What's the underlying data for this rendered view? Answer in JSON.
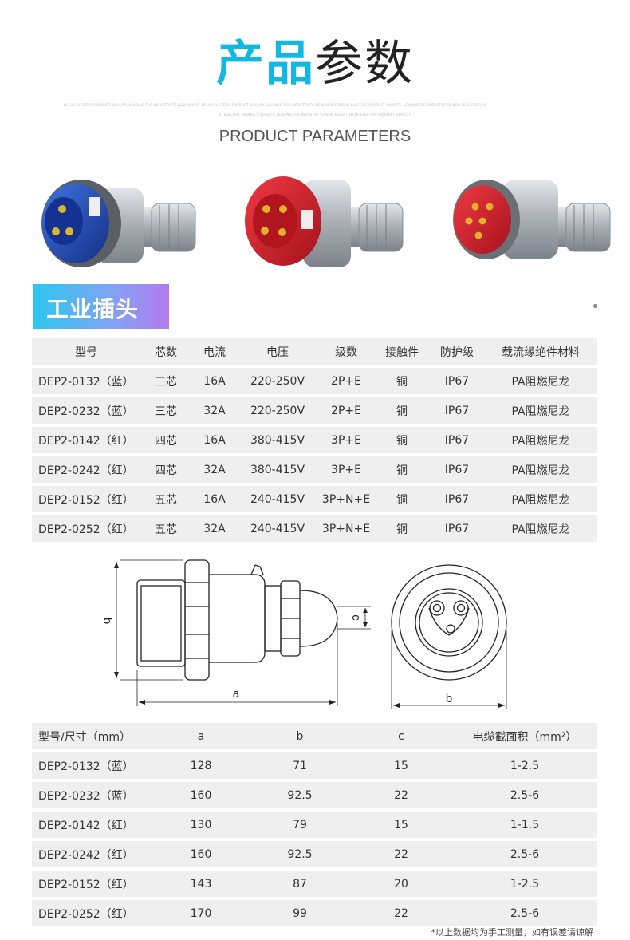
{
  "header": {
    "title_main": "产品",
    "title_rest": "参数",
    "tiny_line1": "DELIXI ELECTRIC PRODUCT QUALITY, LEADING THE INDUSTRY TO NEW HEIGHT DELIXI ELECTRIC PRODUCT QUALITY, LEADING THE INDUSTRY TO NEW HEIGHTDELIXI ELECTRIC PRODUCT QUALITY, LEADING THE INDUSTRY TO NEW HEIGHTDELIXI",
    "tiny_line2": "XI ELECTRIC PRODUCT QUALITY, LEADING THE INDUSTRY TO NEW HEIGHTDELIXI ELECTRIC PRODUCT QUALITY",
    "subtitle": "PRODUCT PARAMETERS"
  },
  "colors": {
    "accent": "#12b8e3",
    "plug_blue": "#1f49b8",
    "plug_red": "#d81f2b",
    "row_bg": "#efefef"
  },
  "section_title": "工业插头",
  "spec_table": {
    "headers": [
      "型号",
      "芯数",
      "电流",
      "电压",
      "级数",
      "接触件",
      "防护级",
      "载流缘绝件材料"
    ],
    "rows": [
      [
        "DEP2-0132（蓝）",
        "三芯",
        "16A",
        "220-250V",
        "2P+E",
        "铜",
        "IP67",
        "PA阻燃尼龙"
      ],
      [
        "DEP2-0232（蓝）",
        "三芯",
        "32A",
        "220-250V",
        "2P+E",
        "铜",
        "IP67",
        "PA阻燃尼龙"
      ],
      [
        "DEP2-0142（红）",
        "四芯",
        "16A",
        "380-415V",
        "3P+E",
        "铜",
        "IP67",
        "PA阻燃尼龙"
      ],
      [
        "DEP2-0242（红）",
        "四芯",
        "32A",
        "380-415V",
        "3P+E",
        "铜",
        "IP67",
        "PA阻燃尼龙"
      ],
      [
        "DEP2-0152（红）",
        "五芯",
        "16A",
        "240-415V",
        "3P+N+E",
        "铜",
        "IP67",
        "PA阻燃尼龙"
      ],
      [
        "DEP2-0252（红）",
        "五芯",
        "32A",
        "240-415V",
        "3P+N+E",
        "铜",
        "IP67",
        "PA阻燃尼龙"
      ]
    ]
  },
  "drawing": {
    "label_a": "a",
    "label_b_side": "b",
    "label_c": "c",
    "label_b_front": "b"
  },
  "dim_table": {
    "headers": [
      "型号/尺寸（mm）",
      "a",
      "b",
      "c",
      "电缆截面积（mm²）"
    ],
    "rows": [
      [
        "DEP2-0132（蓝）",
        "128",
        "71",
        "15",
        "1-2.5"
      ],
      [
        "DEP2-0232（蓝）",
        "160",
        "92.5",
        "22",
        "2.5-6"
      ],
      [
        "DEP2-0142（红）",
        "130",
        "79",
        "15",
        "1-1.5"
      ],
      [
        "DEP2-0242（红）",
        "160",
        "92.5",
        "22",
        "2.5-6"
      ],
      [
        "DEP2-0152（红）",
        "143",
        "87",
        "20",
        "1-2.5"
      ],
      [
        "DEP2-0252（红）",
        "170",
        "99",
        "22",
        "2.5-6"
      ]
    ]
  },
  "footnote": "*以上数据均为手工测量，如有误差请谅解"
}
